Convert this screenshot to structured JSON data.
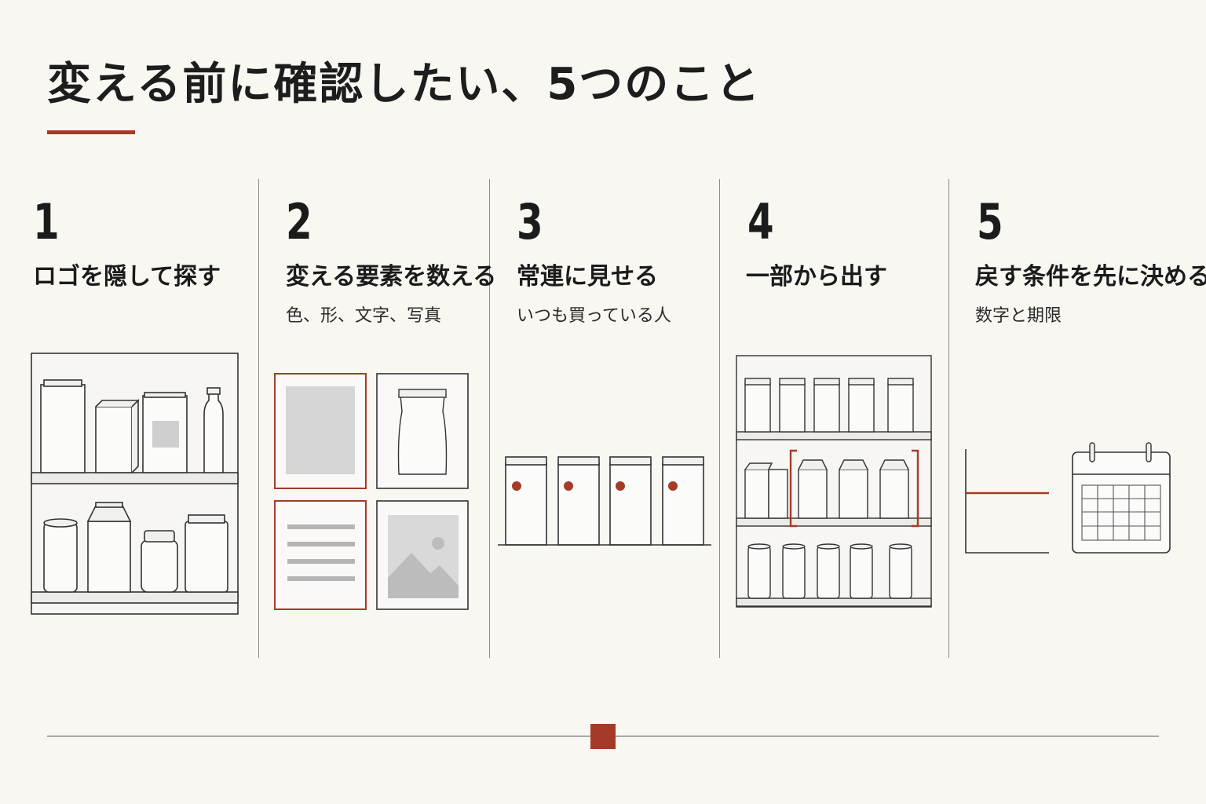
{
  "title": "変える前に確認したい、5つのこと",
  "colors": {
    "accent": "#a63a28",
    "background": "#f9f7f2",
    "text": "#1d1d1d",
    "line": "#8e8b86",
    "gray_fill": "#d6d6d6"
  },
  "items": [
    {
      "number": "1",
      "heading": "ロゴを隠して探す",
      "subtext": "",
      "illustration": "store-shelf-icon"
    },
    {
      "number": "2",
      "heading": "変える要素を数える",
      "subtext": "色、形、文字、写真",
      "illustration": "design-elements-icon"
    },
    {
      "number": "3",
      "heading": "常連に見せる",
      "subtext": "いつも買っている人",
      "illustration": "product-bags-icon"
    },
    {
      "number": "4",
      "heading": "一部から出す",
      "subtext": "",
      "illustration": "partial-shelf-icon"
    },
    {
      "number": "5",
      "heading": "戻す条件を先に決める",
      "subtext": "数字と期限",
      "illustration": "threshold-calendar-icon"
    }
  ]
}
